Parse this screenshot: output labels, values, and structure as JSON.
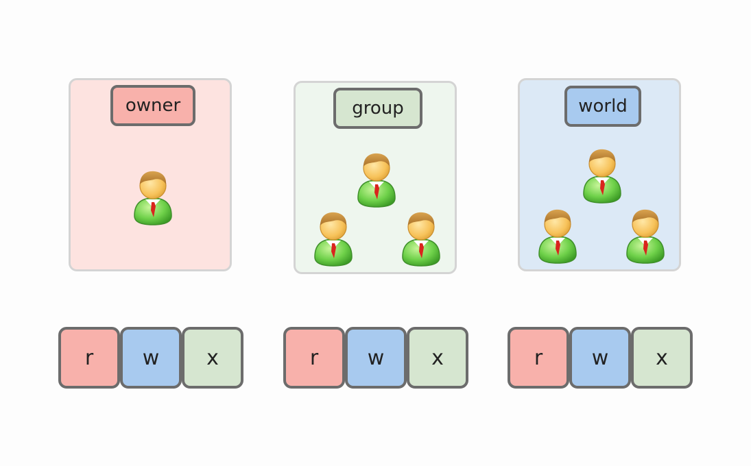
{
  "groups": [
    {
      "label": "owner",
      "perms": [
        "r",
        "w",
        "x"
      ]
    },
    {
      "label": "group",
      "perms": [
        "r",
        "w",
        "x"
      ]
    },
    {
      "label": "world",
      "perms": [
        "r",
        "w",
        "x"
      ]
    }
  ],
  "colors": {
    "owner_panel": "#fde3e0",
    "group_panel": "#eef6ee",
    "world_panel": "#dce9f6",
    "read": "#f8b1ab",
    "write": "#a8caef",
    "execute": "#d6e6d0",
    "border": "#6c6c6c"
  },
  "icons": {
    "user": "user-icon"
  }
}
